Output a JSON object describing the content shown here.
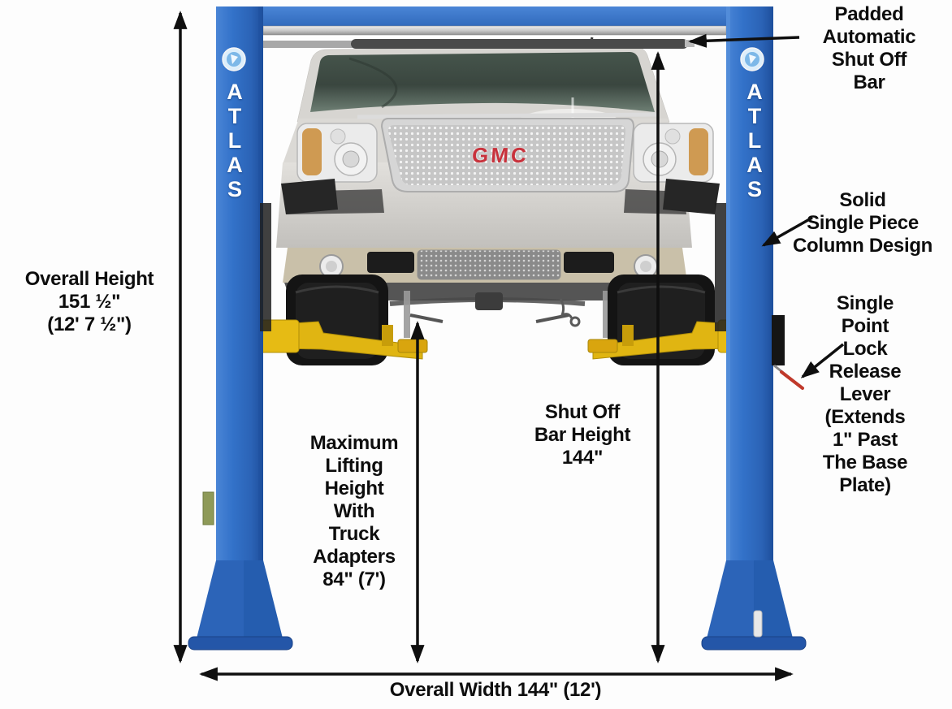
{
  "lift": {
    "brand": "ATLAS",
    "column_color": "#2f6fc6",
    "arm_color": "#e0b512",
    "shutoff_bar_color": "#4a4a4a"
  },
  "vehicle": {
    "badge": "GMC",
    "badge_color": "#c8323c",
    "body_color": "#d7d5d1"
  },
  "annotations": {
    "overall_height": "Overall Height\n151 ½\"\n(12' 7 ½\")",
    "padded_shutoff_bar": "Padded\nAutomatic\nShut Off\nBar",
    "column_design": "Solid\nSingle Piece\nColumn Design",
    "lock_release": "Single\nPoint\nLock\nRelease\nLever\n(Extends\n1\" Past\nThe Base\nPlate)",
    "max_lifting_height": "Maximum\nLifting\nHeight\nWith\nTruck\nAdapters\n84\" (7')",
    "shutoff_bar_height": "Shut Off\nBar Height\n144\"",
    "overall_width": "Overall Width 144\" (12')"
  }
}
